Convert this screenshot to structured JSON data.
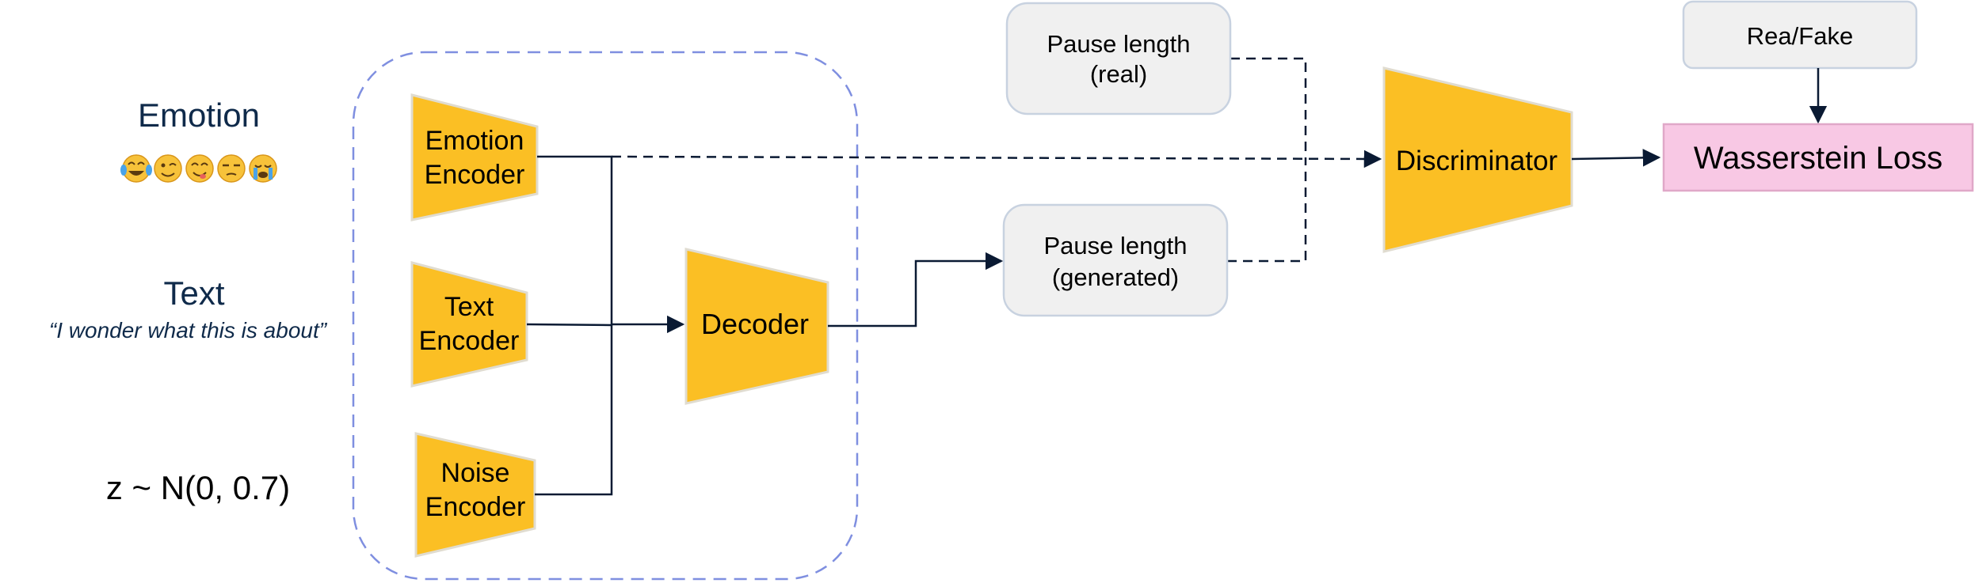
{
  "inputs": {
    "emotion": {
      "title": "Emotion",
      "emojis": [
        "😂",
        "😉",
        "😋",
        "😒",
        "😭"
      ],
      "emoji_colors": {
        "face": "#f7c23a",
        "outline": "#d9961a",
        "tear": "#4aa3e8",
        "tongue": "#e8605a"
      }
    },
    "text": {
      "title": "Text",
      "quote": "“I wonder what this is about”"
    },
    "noise": {
      "label": "z ~ N(0, 0.7)"
    }
  },
  "encoders": {
    "emotion": {
      "line1": "Emotion",
      "line2": "Encoder"
    },
    "text": {
      "line1": "Text",
      "line2": "Encoder"
    },
    "noise": {
      "line1": "Noise",
      "line2": "Encoder"
    }
  },
  "decoder": {
    "label": "Decoder"
  },
  "pause_real": {
    "line1": "Pause length",
    "line2": "(real)"
  },
  "pause_generated": {
    "line1": "Pause length",
    "line2": "(generated)"
  },
  "discriminator": {
    "label": "Discriminator"
  },
  "real_fake": {
    "label": "Rea/Fake"
  },
  "loss": {
    "label": "Wasserstein Loss"
  },
  "colors": {
    "block": "#fbbf24",
    "block_edge": "#e0dcd0",
    "dashed_group": "#7f8fe0",
    "box_fill": "#f0f0f0",
    "box_edge": "#c8d2e0",
    "loss_fill": "#f8c8e4",
    "loss_edge": "#e0a8c8",
    "text_dark": "#0f2a4a",
    "line": "#0a1a33"
  }
}
